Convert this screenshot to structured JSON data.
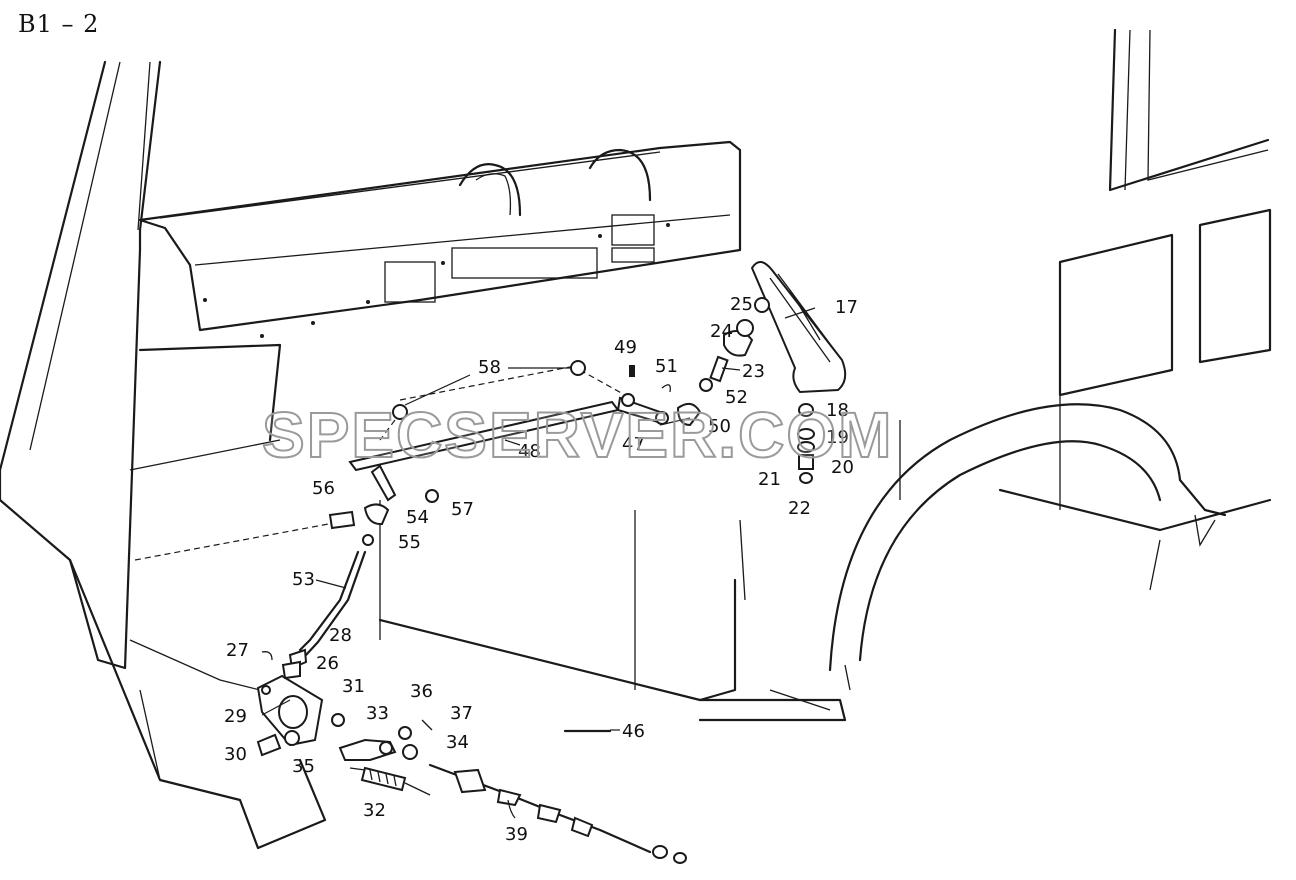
{
  "sheet_title": "B1 – 2",
  "watermark": "SPECSERVER.COM",
  "callouts": [
    {
      "id": "c17",
      "label": "17"
    },
    {
      "id": "c18",
      "label": "18"
    },
    {
      "id": "c19",
      "label": "19"
    },
    {
      "id": "c20",
      "label": "20"
    },
    {
      "id": "c21",
      "label": "21"
    },
    {
      "id": "c22",
      "label": "22"
    },
    {
      "id": "c23",
      "label": "23"
    },
    {
      "id": "c24",
      "label": "24"
    },
    {
      "id": "c25",
      "label": "25"
    },
    {
      "id": "c26",
      "label": "26"
    },
    {
      "id": "c27",
      "label": "27"
    },
    {
      "id": "c28",
      "label": "28"
    },
    {
      "id": "c29",
      "label": "29"
    },
    {
      "id": "c30",
      "label": "30"
    },
    {
      "id": "c31",
      "label": "31"
    },
    {
      "id": "c32",
      "label": "32"
    },
    {
      "id": "c33",
      "label": "33"
    },
    {
      "id": "c34",
      "label": "34"
    },
    {
      "id": "c35",
      "label": "35"
    },
    {
      "id": "c36",
      "label": "36"
    },
    {
      "id": "c37",
      "label": "37"
    },
    {
      "id": "c39",
      "label": "39"
    },
    {
      "id": "c46",
      "label": "46"
    },
    {
      "id": "c47",
      "label": "47"
    },
    {
      "id": "c48",
      "label": "48"
    },
    {
      "id": "c49",
      "label": "49"
    },
    {
      "id": "c50",
      "label": "50"
    },
    {
      "id": "c51",
      "label": "51"
    },
    {
      "id": "c52",
      "label": "52"
    },
    {
      "id": "c53",
      "label": "53"
    },
    {
      "id": "c54",
      "label": "54"
    },
    {
      "id": "c55",
      "label": "55"
    },
    {
      "id": "c56",
      "label": "56"
    },
    {
      "id": "c57",
      "label": "57"
    },
    {
      "id": "c58",
      "label": "58"
    }
  ]
}
